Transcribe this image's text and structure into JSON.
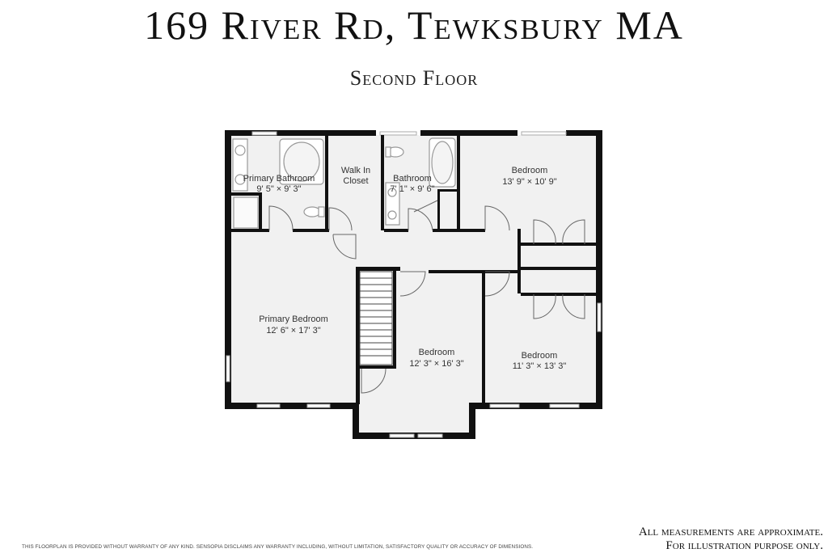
{
  "header": {
    "title": "169 River Rd, Tewksbury MA",
    "subtitle": "Second Floor"
  },
  "rooms": {
    "primary_bathroom": {
      "name": "Primary Bathroom",
      "dims": "9' 5\" × 9' 3\""
    },
    "walk_in_closet": {
      "name_line1": "Walk In",
      "name_line2": "Closet"
    },
    "bathroom": {
      "name": "Bathroom",
      "dims": "7' 1\" × 9' 6\""
    },
    "bedroom_ne": {
      "name": "Bedroom",
      "dims": "13' 9\" × 10' 9\""
    },
    "primary_bedroom": {
      "name": "Primary Bedroom",
      "dims": "12' 6\" × 17' 3\""
    },
    "bedroom_center": {
      "name": "Bedroom",
      "dims": "12' 3\" × 16' 3\""
    },
    "bedroom_se": {
      "name": "Bedroom",
      "dims": "11' 3\" × 13' 3\""
    }
  },
  "footer": {
    "disclaimer": "THIS FLOORPLAN IS PROVIDED WITHOUT WARRANTY OF ANY KIND. SENSOPIA DISCLAIMS ANY WARRANTY INCLUDING, WITHOUT LIMITATION, SATISFACTORY QUALITY OR ACCURACY OF DIMENSIONS.",
    "note_line1": "All measurements are approximate.",
    "note_line2": "For illustration purpose only."
  },
  "colors": {
    "wall": "#111111",
    "floor": "#f1f1f1",
    "window": "#cfcfcf",
    "fixture": "#bbbbbb"
  }
}
